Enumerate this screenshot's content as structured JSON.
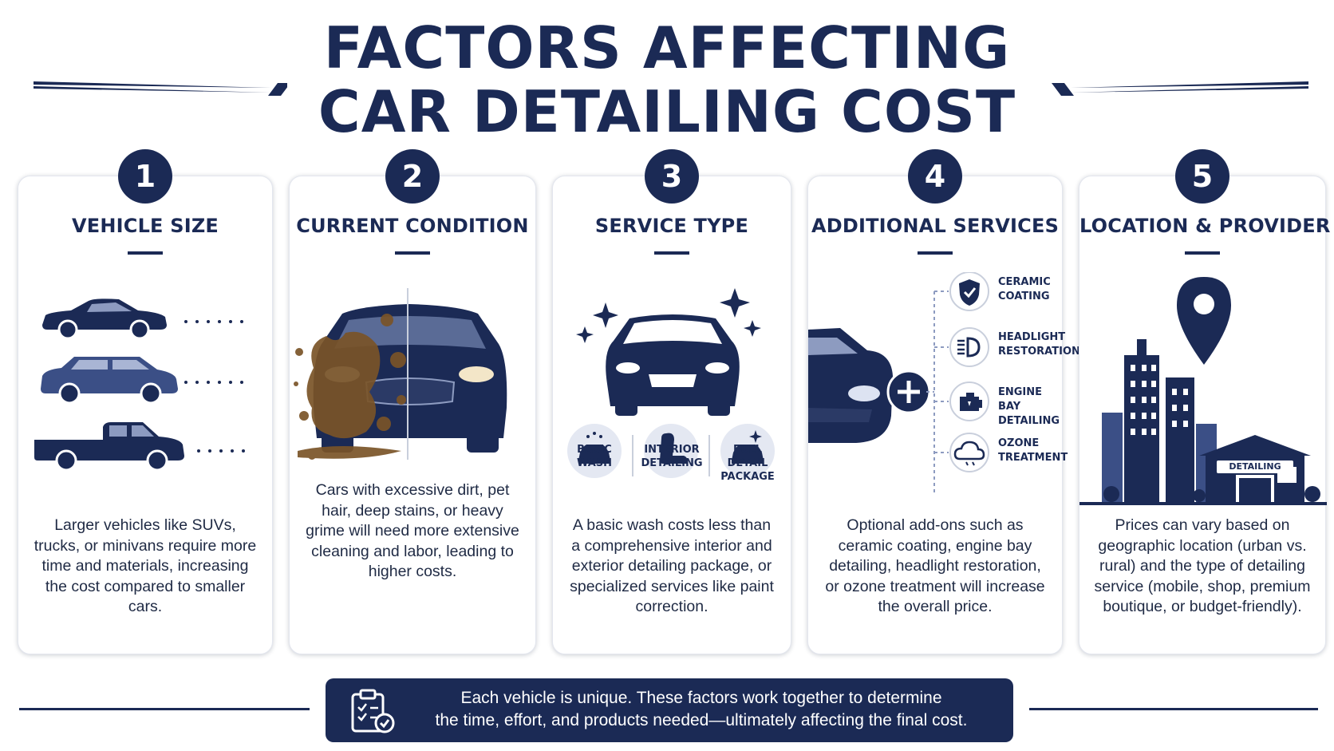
{
  "title": {
    "line1": "FACTORS AFFECTING",
    "line2": "CAR DETAILING COST"
  },
  "colors": {
    "navy": "#1b2a55",
    "blue": "#3b4f86",
    "dirt": "#7a5428"
  },
  "cards": [
    {
      "number": "1",
      "title": "VEHICLE SIZE",
      "icons": [
        "sedan-icon",
        "suv-icon",
        "pickup-truck-icon"
      ],
      "description": "Larger vehicles like SUVs, trucks, or minivans require more time and materials, increasing the cost compared to smaller cars."
    },
    {
      "number": "2",
      "title": "CURRENT CONDITION",
      "icons": [
        "dirty-clean-car-icon"
      ],
      "description": "Cars with excessive dirt, pet hair, deep stains, or heavy grime will need more extensive cleaning and labor, leading to higher costs."
    },
    {
      "number": "3",
      "title": "SERVICE TYPE",
      "icons": [
        "sparkling-car-icon"
      ],
      "services": [
        {
          "icon": "wash-icon",
          "label": "BASIC WASH"
        },
        {
          "icon": "seat-icon",
          "label": "INTERIOR DETAILING"
        },
        {
          "icon": "sparkle-car-icon",
          "label": "FULL DETAIL PACKAGE"
        }
      ],
      "description": "A basic wash costs less than a comprehensive interior and exterior detailing package, or specialized services like paint correction."
    },
    {
      "number": "4",
      "title": "ADDITIONAL SERVICES",
      "icons": [
        "car-front-icon",
        "plus-icon"
      ],
      "addons": [
        {
          "icon": "shield-check-icon",
          "label": "CERAMIC COATING"
        },
        {
          "icon": "headlight-icon",
          "label": "HEADLIGHT RESTORATION"
        },
        {
          "icon": "engine-icon",
          "label": "ENGINE BAY DETAILING"
        },
        {
          "icon": "cloud-icon",
          "label": "OZONE TREATMENT"
        }
      ],
      "description": "Optional add-ons such as ceramic coating, engine bay detailing, headlight restoration, or ozone treatment will increase the overall price."
    },
    {
      "number": "5",
      "title": "LOCATION & PROVIDER",
      "icons": [
        "location-pin-icon",
        "city-icon"
      ],
      "shop_sign": "DETAILING",
      "description": "Prices can vary based on geographic location (urban vs. rural) and the type of detailing service (mobile, shop, premium boutique, or budget-friendly)."
    }
  ],
  "footer": {
    "icon": "clipboard-check-icon",
    "line1": "Each vehicle is unique. These factors work together to determine",
    "line2": "the time, effort, and products needed—ultimately affecting the final cost."
  }
}
